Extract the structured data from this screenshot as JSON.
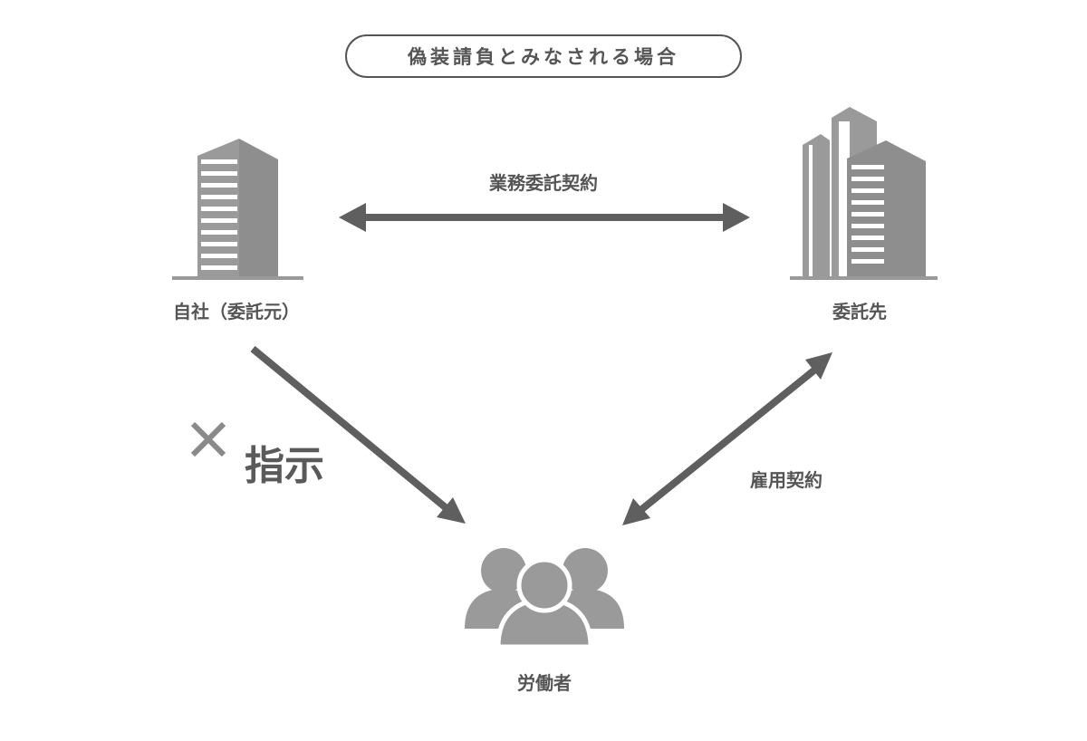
{
  "title": "偽装請負とみなされる場合",
  "nodes": {
    "client": {
      "label": "自社（委託元）",
      "icon": "office-building-icon"
    },
    "contractor": {
      "label": "委託先",
      "icon": "office-buildings-icon"
    },
    "workers": {
      "label": "労働者",
      "icon": "people-group-icon"
    }
  },
  "edges": {
    "outsourcing_contract": {
      "label": "業務委託契約",
      "direction": "bidirectional"
    },
    "employment_contract": {
      "label": "雇用契約",
      "direction": "bidirectional"
    },
    "instruction": {
      "label": "指示",
      "status_icon": "cross-icon",
      "direction": "client-to-workers"
    }
  },
  "colors": {
    "icon_gray": "#9a9a9a",
    "arrow_gray": "#5f5f5f",
    "text_gray": "#555555",
    "cross_gray": "#8a8a8a"
  }
}
